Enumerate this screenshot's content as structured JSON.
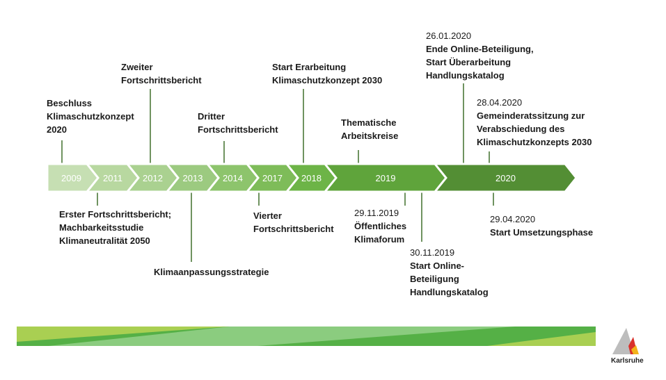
{
  "timeline": {
    "segments": [
      {
        "year": "2009",
        "color": "#c6dfb3"
      },
      {
        "year": "2011",
        "color": "#b8d8a0"
      },
      {
        "year": "2012",
        "color": "#aad190"
      },
      {
        "year": "2013",
        "color": "#9cca80"
      },
      {
        "year": "2014",
        "color": "#8dc46c"
      },
      {
        "year": "2017",
        "color": "#7ebc59"
      },
      {
        "year": "2018",
        "color": "#6db447"
      },
      {
        "year": "2019",
        "color": "#5fa43b"
      },
      {
        "year": "2020",
        "color": "#538e34"
      }
    ],
    "events_above": [
      {
        "lines": [
          "Beschluss",
          "Klimaschutzkonzept",
          "2020"
        ]
      },
      {
        "lines": [
          "Zweiter",
          "Fortschrittsbericht"
        ]
      },
      {
        "lines": [
          "Dritter",
          "Fortschrittsbericht"
        ]
      },
      {
        "lines": [
          "Start Erarbeitung",
          "Klimaschutzkonzept 2030"
        ]
      },
      {
        "lines": [
          "Thematische",
          "Arbeitskreise"
        ]
      },
      {
        "date": "26.01.2020",
        "lines": [
          "Ende Online-Beteiligung,",
          "Start Überarbeitung",
          "Handlungskatalog"
        ]
      },
      {
        "date": "28.04.2020",
        "lines": [
          "Gemeinderatssitzung zur",
          "Verabschiedung des",
          "Klimaschutzkonzepts 2030"
        ]
      }
    ],
    "events_below": [
      {
        "lines": [
          "Erster Fortschrittsbericht;",
          "Machbarkeitsstudie",
          "Klimaneutralität 2050"
        ]
      },
      {
        "lines": [
          "Klimaanpassungsstrategie"
        ]
      },
      {
        "lines": [
          "Vierter",
          "Fortschrittsbericht"
        ]
      },
      {
        "date": "29.11.2019",
        "lines": [
          "Öffentliches",
          "Klimaforum"
        ]
      },
      {
        "date": "30.11.2019",
        "lines": [
          "Start Online-",
          "Beteiligung",
          "Handlungskatalog"
        ]
      },
      {
        "date": "29.04.2020",
        "lines": [
          "Start Umsetzungsphase"
        ]
      }
    ]
  },
  "footer": {
    "logo_text": "Karlsruhe"
  }
}
